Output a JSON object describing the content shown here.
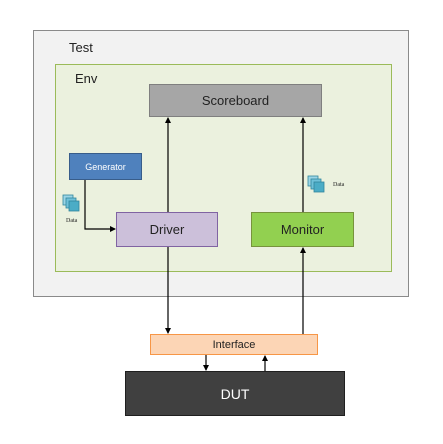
{
  "labels": {
    "test": "Test",
    "env": "Env",
    "scoreboard": "Scoreboard",
    "generator": "Generator",
    "driver": "Driver",
    "monitor": "Monitor",
    "interface": "Interface",
    "dut": "DUT",
    "data_left": "Data",
    "data_right": "Data"
  },
  "icons": {
    "data_left": "data-stack-icon",
    "data_right": "data-stack-icon"
  },
  "colors": {
    "test_bg": "#f2f2f2",
    "env_bg": "#ebf1de",
    "scoreboard": "#a6a6a6",
    "generator": "#4f81bd",
    "driver": "#ccc0da",
    "monitor": "#92d050",
    "interface": "#fcd5b5",
    "dut": "#404040",
    "data_icon": "#4bacc6"
  }
}
